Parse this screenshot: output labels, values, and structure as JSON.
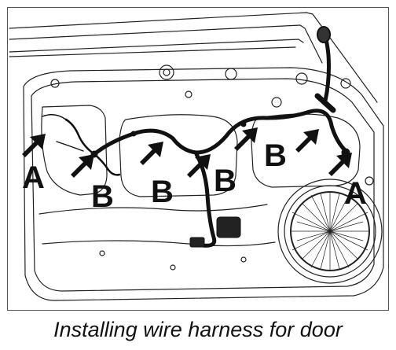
{
  "caption": "Installing wire harness for door",
  "callouts": {
    "a_left": "A",
    "a_right": "A",
    "b1": "B",
    "b2": "B",
    "b3": "B",
    "b4": "B"
  },
  "colors": {
    "line_art": "#222222",
    "harness": "#111111",
    "background": "#ffffff"
  }
}
